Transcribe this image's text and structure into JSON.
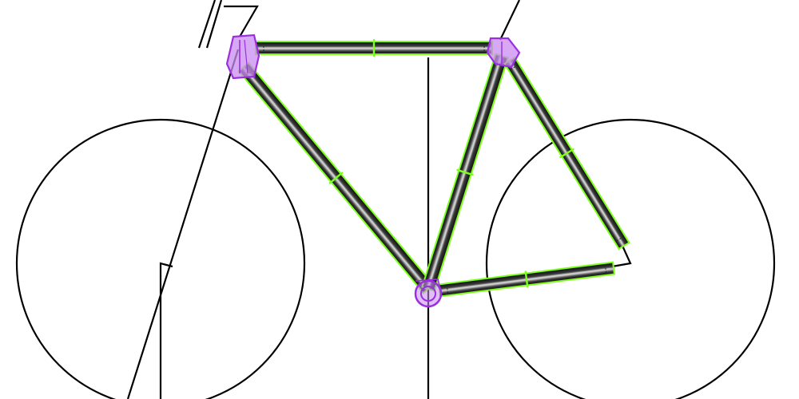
{
  "colors": {
    "background": "#ffffff",
    "sketch_line": "#000000",
    "tube_outline": "#7cff1a",
    "tube_dark": "#0a0a0a",
    "tube_light": "#d6d6d6",
    "joint_fill": "#c98bf0",
    "joint_stroke": "#9a2fe0",
    "hub_marker": "#7cff1a"
  },
  "icons": {
    "lug": "purple-joint",
    "tube_marker": "green-midpoint-tick"
  },
  "frame": {
    "tubes": [
      {
        "name": "top-tube"
      },
      {
        "name": "down-tube"
      },
      {
        "name": "seat-tube"
      },
      {
        "name": "seat-stay"
      },
      {
        "name": "chain-stay"
      }
    ],
    "joints": [
      {
        "name": "head-lug"
      },
      {
        "name": "seat-lug"
      },
      {
        "name": "bottom-bracket"
      }
    ]
  },
  "wheels": [
    {
      "name": "front-wheel"
    },
    {
      "name": "rear-wheel"
    }
  ]
}
